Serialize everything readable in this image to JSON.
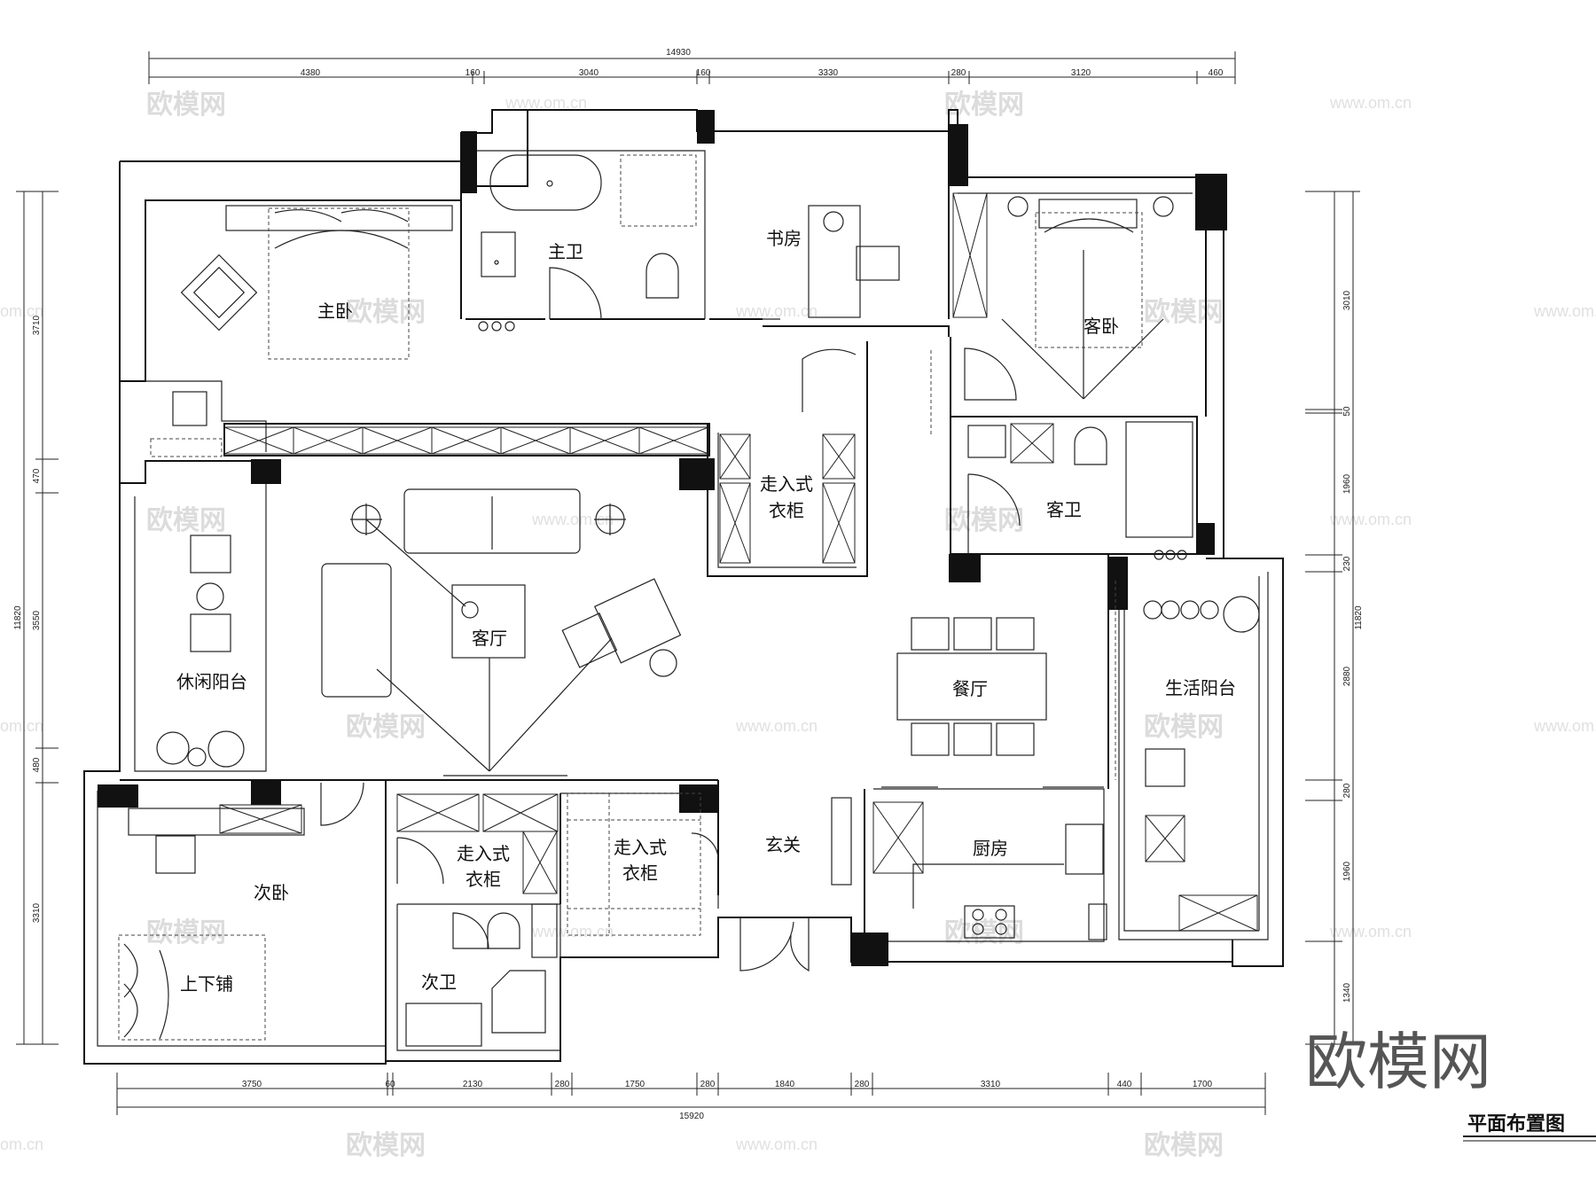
{
  "rooms": {
    "master_bedroom": "主卧",
    "master_bath": "主卫",
    "study": "书房",
    "guest_bedroom": "客卧",
    "guest_bath": "客卫",
    "walkin_closet_1_line1": "走入式",
    "walkin_closet_1_line2": "衣柜",
    "living_room": "客厅",
    "leisure_balcony": "休闲阳台",
    "dining_room": "餐厅",
    "utility_balcony": "生活阳台",
    "walkin_closet_2_line1": "走入式",
    "walkin_closet_2_line2": "衣柜",
    "walkin_closet_3_line1": "走入式",
    "walkin_closet_3_line2": "衣柜",
    "foyer": "玄关",
    "kitchen": "厨房",
    "second_bedroom": "次卧",
    "second_bath": "次卫",
    "bunk_bed": "上下铺"
  },
  "dimensions": {
    "top_total": "14930",
    "top_segments": [
      "4380",
      "160",
      "3040",
      "160",
      "3330",
      "280",
      "3120",
      "460"
    ],
    "bottom_total": "15920",
    "bottom_segments": [
      "3750",
      "60",
      "2130",
      "280",
      "1750",
      "280",
      "1840",
      "280",
      "3310",
      "440",
      "1700"
    ],
    "left_total": "11820",
    "left_segments": [
      "3710",
      "470",
      "3550",
      "480",
      "3310"
    ],
    "right_total": "11820",
    "right_segments": [
      "3010",
      "50",
      "1960",
      "230",
      "2880",
      "280",
      "1960",
      "1340"
    ]
  },
  "watermark": {
    "brand": "欧模网",
    "url": "www.om.cn",
    "url_partial": "om.cn"
  },
  "drawing_title": "平面布置图"
}
